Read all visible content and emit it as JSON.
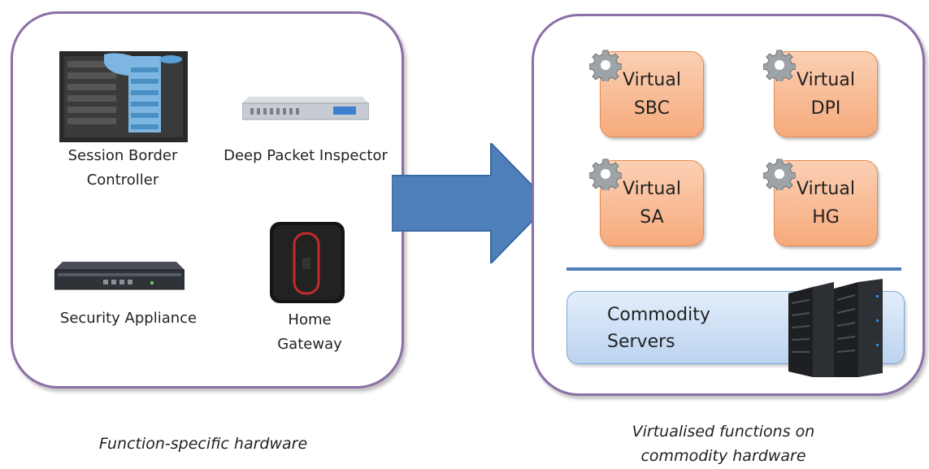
{
  "left_panel": {
    "devices": [
      {
        "label_line1": "Session Border",
        "label_line2": "Controller"
      },
      {
        "label_line1": "Deep Packet Inspector"
      },
      {
        "label_line1": "Security Appliance"
      },
      {
        "label_line1": "Home",
        "label_line2": "Gateway"
      }
    ],
    "caption": "Function-specific hardware"
  },
  "right_panel": {
    "virtual_functions": [
      {
        "line1": "Virtual",
        "line2": "SBC"
      },
      {
        "line1": "Virtual",
        "line2": "DPI"
      },
      {
        "line1": "Virtual",
        "line2": "SA"
      },
      {
        "line1": "Virtual",
        "line2": "HG"
      }
    ],
    "servers": {
      "line1": "Commodity",
      "line2": "Servers"
    },
    "caption_line1": "Virtualised functions on",
    "caption_line2": "commodity hardware"
  },
  "colors": {
    "panel_border": "#8a6fa8",
    "arrow_fill": "#4f7fba",
    "vbox_fill": "#f6aa7c",
    "servers_fill": "#c9dcf3",
    "divider": "#4f7fba"
  }
}
